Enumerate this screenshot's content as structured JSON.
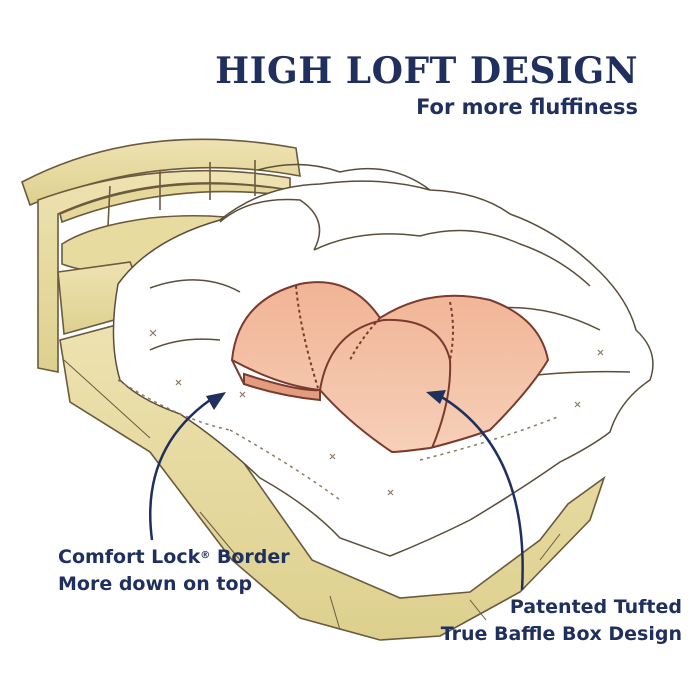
{
  "header": {
    "title": "HIGH LOFT DESIGN",
    "subtitle": "For more fluffiness"
  },
  "callouts": {
    "left": {
      "line1_prefix": "Comfort Lock",
      "line1_mark": "®",
      "line1_suffix": " Border",
      "line2": "More down on top"
    },
    "right": {
      "line1": "Patented Tufted",
      "line2": "True Baffle Box Design"
    }
  },
  "colors": {
    "text": "#1f2f5e",
    "wood": "#e8dba0",
    "cutaway": "#f3c2a6",
    "outline": "#6b5a3f"
  }
}
